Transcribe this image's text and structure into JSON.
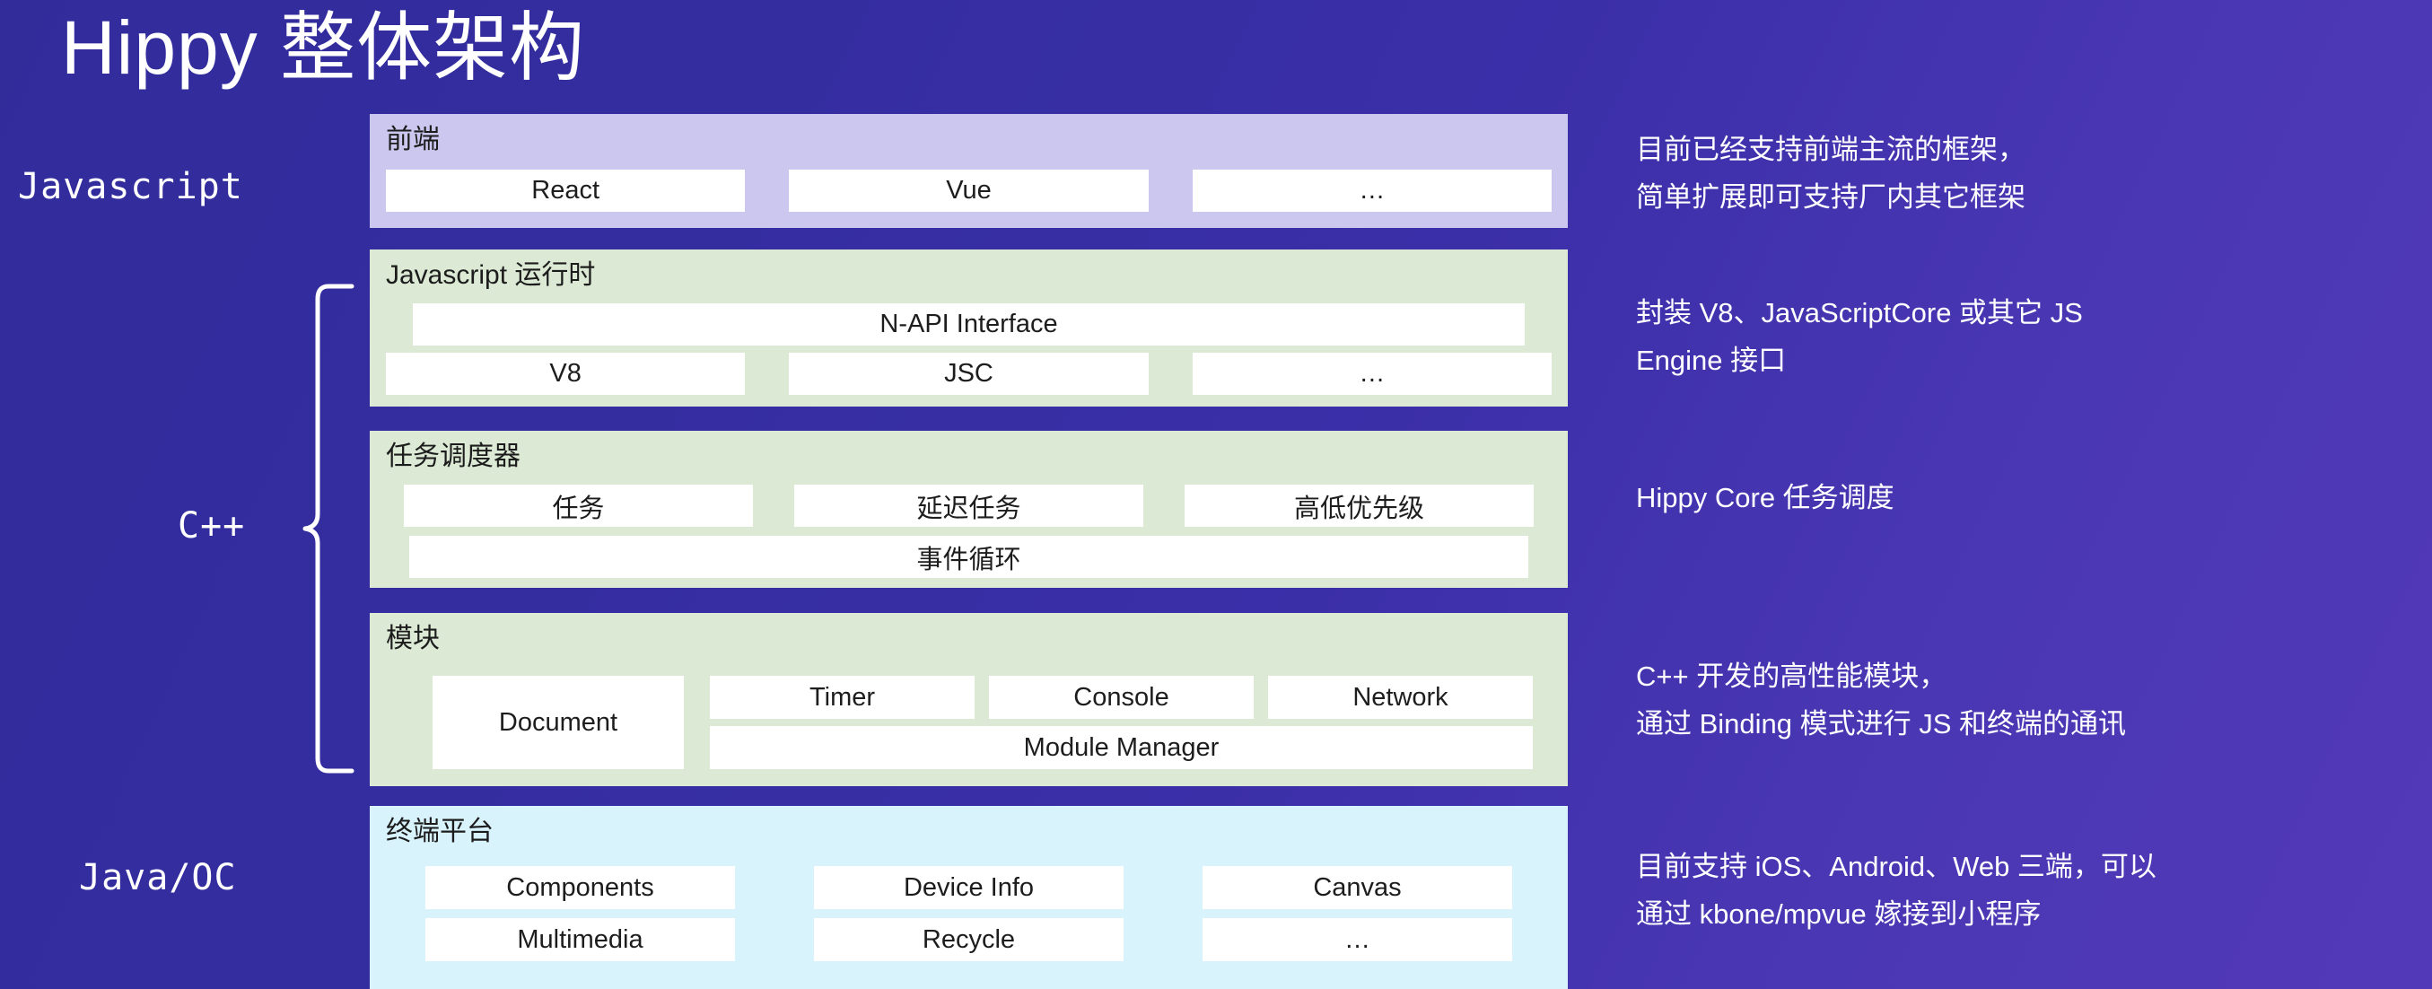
{
  "title": "Hippy 整体架构",
  "left_labels": {
    "javascript": "Javascript",
    "cpp": "C++",
    "java_oc": "Java/OC"
  },
  "colors": {
    "background_start": "#322c9b",
    "background_end": "#5239b8",
    "frontend_panel": "#ccc7ef",
    "runtime_panel": "#dbe9d5",
    "scheduler_panel": "#dbe9d5",
    "modules_panel": "#dbe9d5",
    "terminal_panel": "#d9f3fc",
    "cell": "#ffffff",
    "text": "#1d1d1d",
    "note_text": "#ffffff"
  },
  "panels": {
    "frontend": {
      "title": "前端",
      "items": [
        "React",
        "Vue",
        "…"
      ]
    },
    "jsruntime": {
      "title": "Javascript 运行时",
      "interface": "N-API Interface",
      "engines": [
        "V8",
        "JSC",
        "…"
      ]
    },
    "scheduler": {
      "title": "任务调度器",
      "tasks": [
        "任务",
        "延迟任务",
        "高低优先级"
      ],
      "loop": "事件循环"
    },
    "modules": {
      "title": "模块",
      "document": "Document",
      "items": [
        "Timer",
        "Console",
        "Network"
      ],
      "manager": "Module Manager"
    },
    "terminal": {
      "title": "终端平台",
      "row_a": [
        "Components",
        "Device Info",
        "Canvas"
      ],
      "row_b": [
        "Multimedia",
        "Recycle",
        "…"
      ]
    }
  },
  "notes": {
    "frontend": "目前已经支持前端主流的框架，\n简单扩展即可支持厂内其它框架",
    "jsruntime": "封装 V8、JavaScriptCore 或其它 JS\nEngine 接口",
    "scheduler": "Hippy Core 任务调度",
    "modules": "C++ 开发的高性能模块，\n通过 Binding 模式进行 JS 和终端的通讯",
    "terminal": "目前支持 iOS、Android、Web 三端，可以\n通过 kbone/mpvue 嫁接到小程序"
  }
}
